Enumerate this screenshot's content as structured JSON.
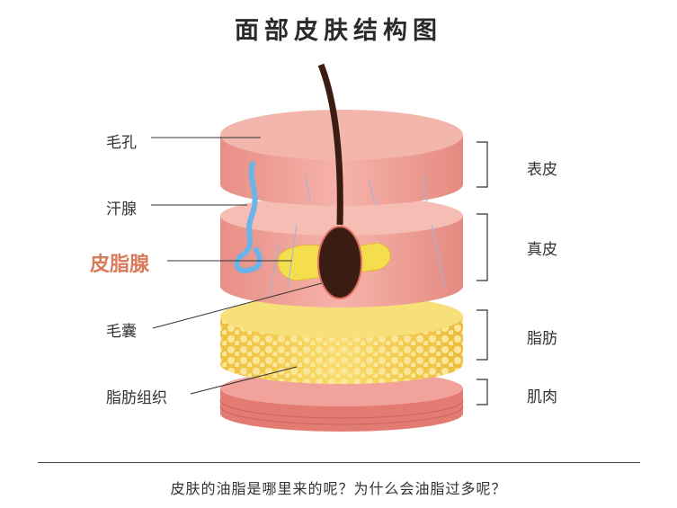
{
  "title": "面部皮肤结构图",
  "left_labels": {
    "pore": "毛孔",
    "sweat_gland": "汗腺",
    "sebaceous_gland": "皮脂腺",
    "hair_follicle": "毛囊",
    "adipose_tissue": "脂肪组织"
  },
  "right_labels": {
    "epidermis": "表皮",
    "dermis": "真皮",
    "fat": "脂肪",
    "muscle": "肌肉"
  },
  "caption": "皮肤的油脂是哪里来的呢？为什么会油脂过多呢？",
  "colors": {
    "highlight": "#d97a5a",
    "skin": "#f2a9a0",
    "fat": "#f5d35a",
    "hair": "#3a1c12",
    "sweat": "#6ab4ea"
  }
}
